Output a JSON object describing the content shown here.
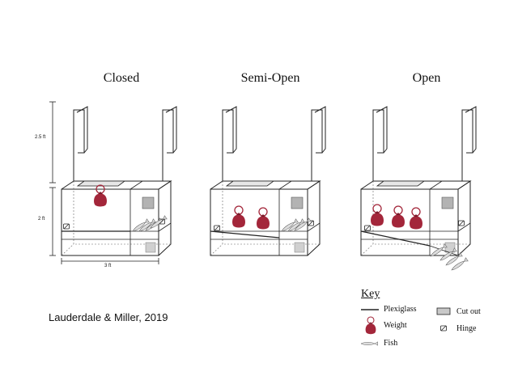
{
  "titles": {
    "closed": "Closed",
    "semi_open": "Semi-Open",
    "open": "Open"
  },
  "dimensions": {
    "height_upper": "2.5 ft",
    "height_lower": "2 ft",
    "width": "3 ft"
  },
  "citation": "Lauderdale & Miller, 2019",
  "key": {
    "title": "Key",
    "items": {
      "plexiglass": "Plexiglass",
      "weight": "Weight",
      "fish": "Fish",
      "cut_out": "Cut out",
      "hinge": "Hinge"
    }
  },
  "colors": {
    "weight": "#a3263a",
    "line": "#222222",
    "cutout": "#9a9a9a"
  }
}
